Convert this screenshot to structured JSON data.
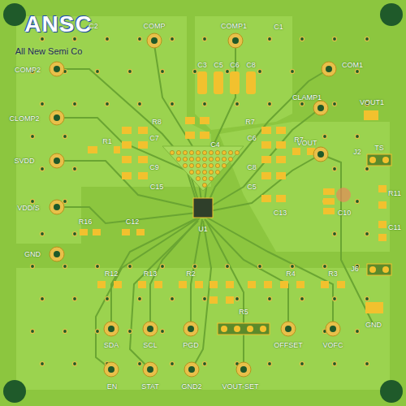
{
  "diagram": {
    "labels": [
      "ANSC",
      "All New Semi Co",
      "C2",
      "COMP",
      "COMP1",
      "C1",
      "COMP2",
      "CLOMP2",
      "SVDD",
      "VDD/S",
      "GND",
      "COM1",
      "CLAMP1",
      "VOUT1",
      "VOUT",
      "C3",
      "C5",
      "C6",
      "C8",
      "R8",
      "C7",
      "R1",
      "C9",
      "C15",
      "C4",
      "R7",
      "C6",
      "C8",
      "C5",
      "R7",
      "C13",
      "C12",
      "R16",
      "U1",
      "R12",
      "R13",
      "R2",
      "R5",
      "R4",
      "R3",
      "SDA",
      "SCL",
      "PGD",
      "OFFSET",
      "VOFC",
      "EN",
      "STAT",
      "GND2",
      "VOUT-SET",
      "J2",
      "TS",
      "R11",
      "C10",
      "C11",
      "J6",
      "GND"
    ]
  }
}
